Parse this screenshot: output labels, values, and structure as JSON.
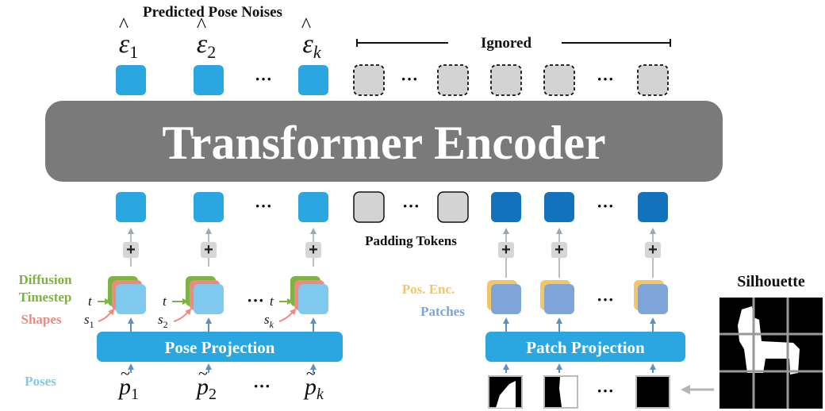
{
  "title": "Predicted Pose Noises",
  "ignored_label": "Ignored",
  "encoder_label": "Transformer Encoder",
  "padding_label": "Padding Tokens",
  "ellipsis": "···",
  "plus": "+",
  "output_symbols": [
    {
      "base": "ε",
      "sub": "1"
    },
    {
      "base": "ε",
      "sub": "2"
    },
    {
      "base": "ε",
      "sub": "k"
    }
  ],
  "left_legend": {
    "diffusion_line1": "Diffusion",
    "diffusion_line2": "Timestep",
    "shapes": "Shapes",
    "poses": "Poses"
  },
  "right_legend": {
    "pos_enc": "Pos. Enc.",
    "patches": "Patches"
  },
  "pose_projection": "Pose Projection",
  "patch_projection": "Patch Projection",
  "silhouette": "Silhouette",
  "time_symbol": "t",
  "shape_symbols": [
    {
      "base": "s",
      "sub": "1"
    },
    {
      "base": "s",
      "sub": "2"
    },
    {
      "base": "s",
      "sub": "k"
    }
  ],
  "pose_symbols": [
    {
      "base": "p",
      "sub": "1"
    },
    {
      "base": "p",
      "sub": "2"
    },
    {
      "base": "p",
      "sub": "k"
    }
  ],
  "colors": {
    "token_blue": "#2AA7E1",
    "token_dark_blue": "#1273BC",
    "token_gray": "#D3D3D3",
    "encoder": "#7A7A7A",
    "projection": "#2AA7E1",
    "diffusion_green": "#7CB342",
    "shapes_pink": "#EE8A7E",
    "poses_light_blue": "#7FC8EE",
    "pos_enc_yellow": "#F2C56B",
    "patch_blue": "#7FA4D8",
    "arrow_gray": "#A0A0A0"
  }
}
